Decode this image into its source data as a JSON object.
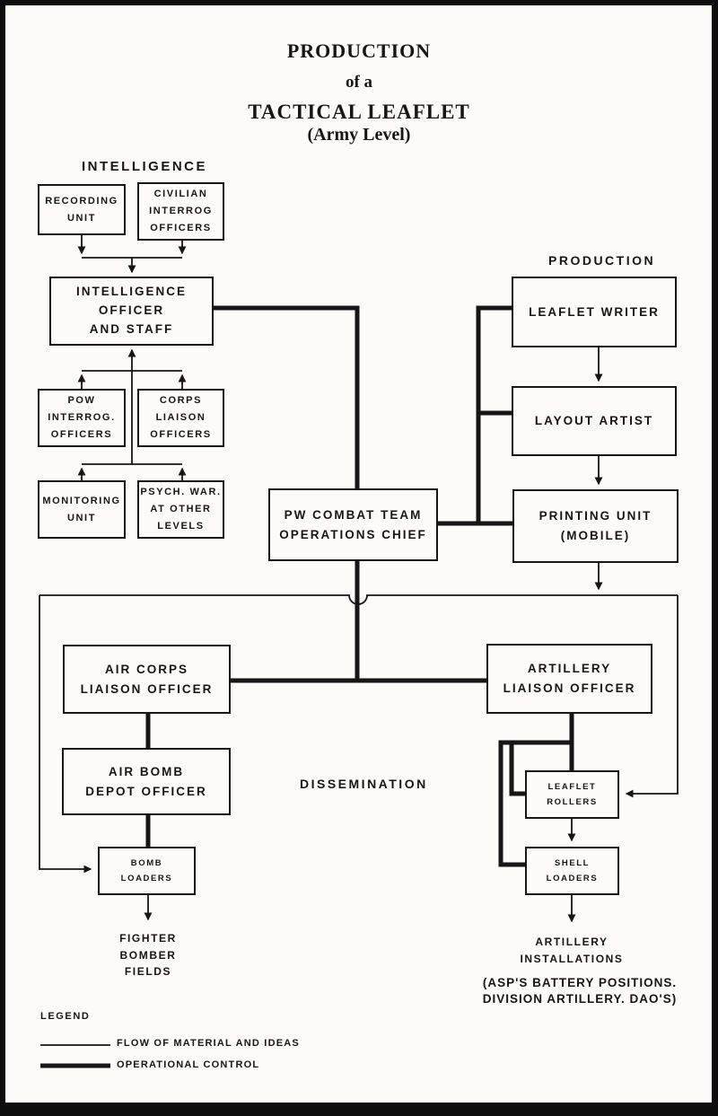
{
  "title": {
    "line1": "PRODUCTION",
    "line2": "of a",
    "line3": "TACTICAL LEAFLET",
    "line4": "(Army Level)"
  },
  "sections": {
    "intelligence": "INTELLIGENCE",
    "production": "PRODUCTION",
    "dissemination": "DISSEMINATION"
  },
  "nodes": {
    "recording_unit": "RECORDING\nUNIT",
    "civilian_interrog": "CIVILIAN\nINTERROG\nOFFICERS",
    "intelligence_officer": "INTELLIGENCE\nOFFICER\nAND STAFF",
    "pow_interrog": "POW\nINTERROG.\nOFFICERS",
    "corps_liaison": "CORPS\nLIAISON\nOFFICERS",
    "monitoring_unit": "MONITORING\nUNIT",
    "psych_war": "PSYCH. WAR.\nAT OTHER\nLEVELS",
    "pw_combat": "PW COMBAT TEAM\nOPERATIONS CHIEF",
    "leaflet_writer": "LEAFLET WRITER",
    "layout_artist": "LAYOUT ARTIST",
    "printing_unit": "PRINTING UNIT\n(MOBILE)",
    "air_corps": "AIR CORPS\nLIAISON OFFICER",
    "artillery_liaison": "ARTILLERY\nLIAISON OFFICER",
    "air_bomb": "AIR BOMB\nDEPOT OFFICER",
    "bomb_loaders": "BOMB\nLOADERS",
    "leaflet_rollers": "LEAFLET\nROLLERS",
    "shell_loaders": "SHELL\nLOADERS"
  },
  "terminals": {
    "fighter_bomber_fields": "FIGHTER\nBOMBER\nFIELDS",
    "artillery_installations": "ARTILLERY\nINSTALLATIONS",
    "artillery_note": "(ASP'S BATTERY POSITIONS.\nDIVISION ARTILLERY. DAO'S)"
  },
  "legend": {
    "title": "LEGEND",
    "thin_label": "FLOW OF MATERIAL AND IDEAS",
    "thick_label": "OPERATIONAL CONTROL"
  },
  "colors": {
    "ink": "#161616",
    "paper": "#fcfbf8"
  }
}
